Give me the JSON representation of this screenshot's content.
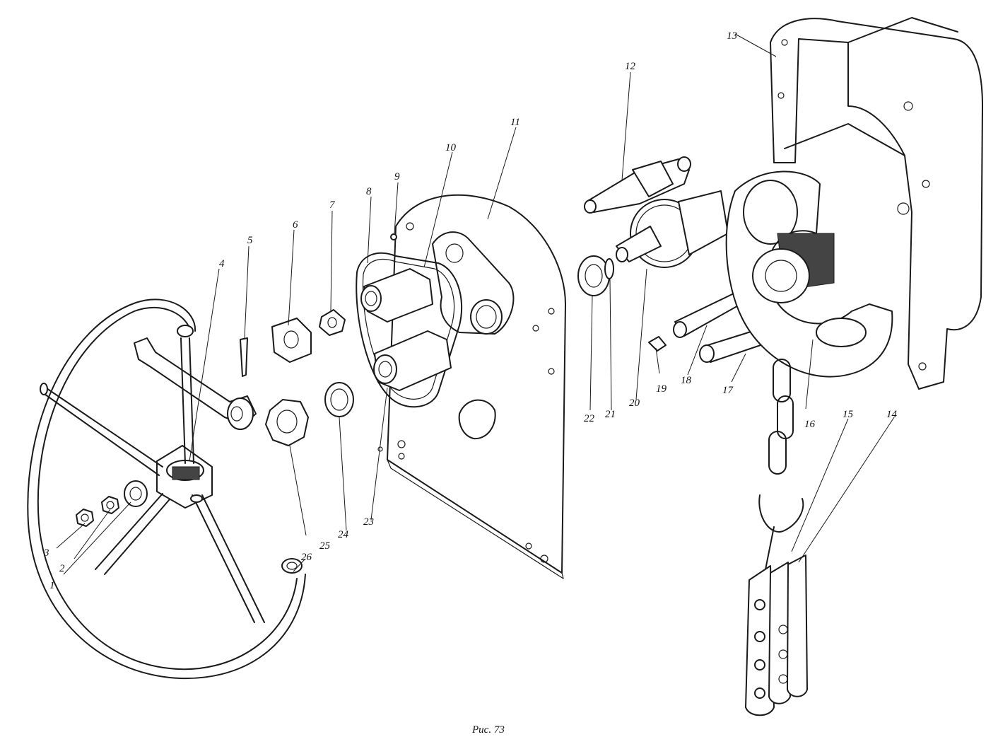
{
  "caption": "Рис. 73",
  "callouts": [
    "1",
    "2",
    "3",
    "4",
    "5",
    "6",
    "7",
    "8",
    "9",
    "10",
    "11",
    "12",
    "13",
    "14",
    "15",
    "16",
    "17",
    "18",
    "19",
    "20",
    "21",
    "22",
    "23",
    "24",
    "25",
    "26"
  ]
}
